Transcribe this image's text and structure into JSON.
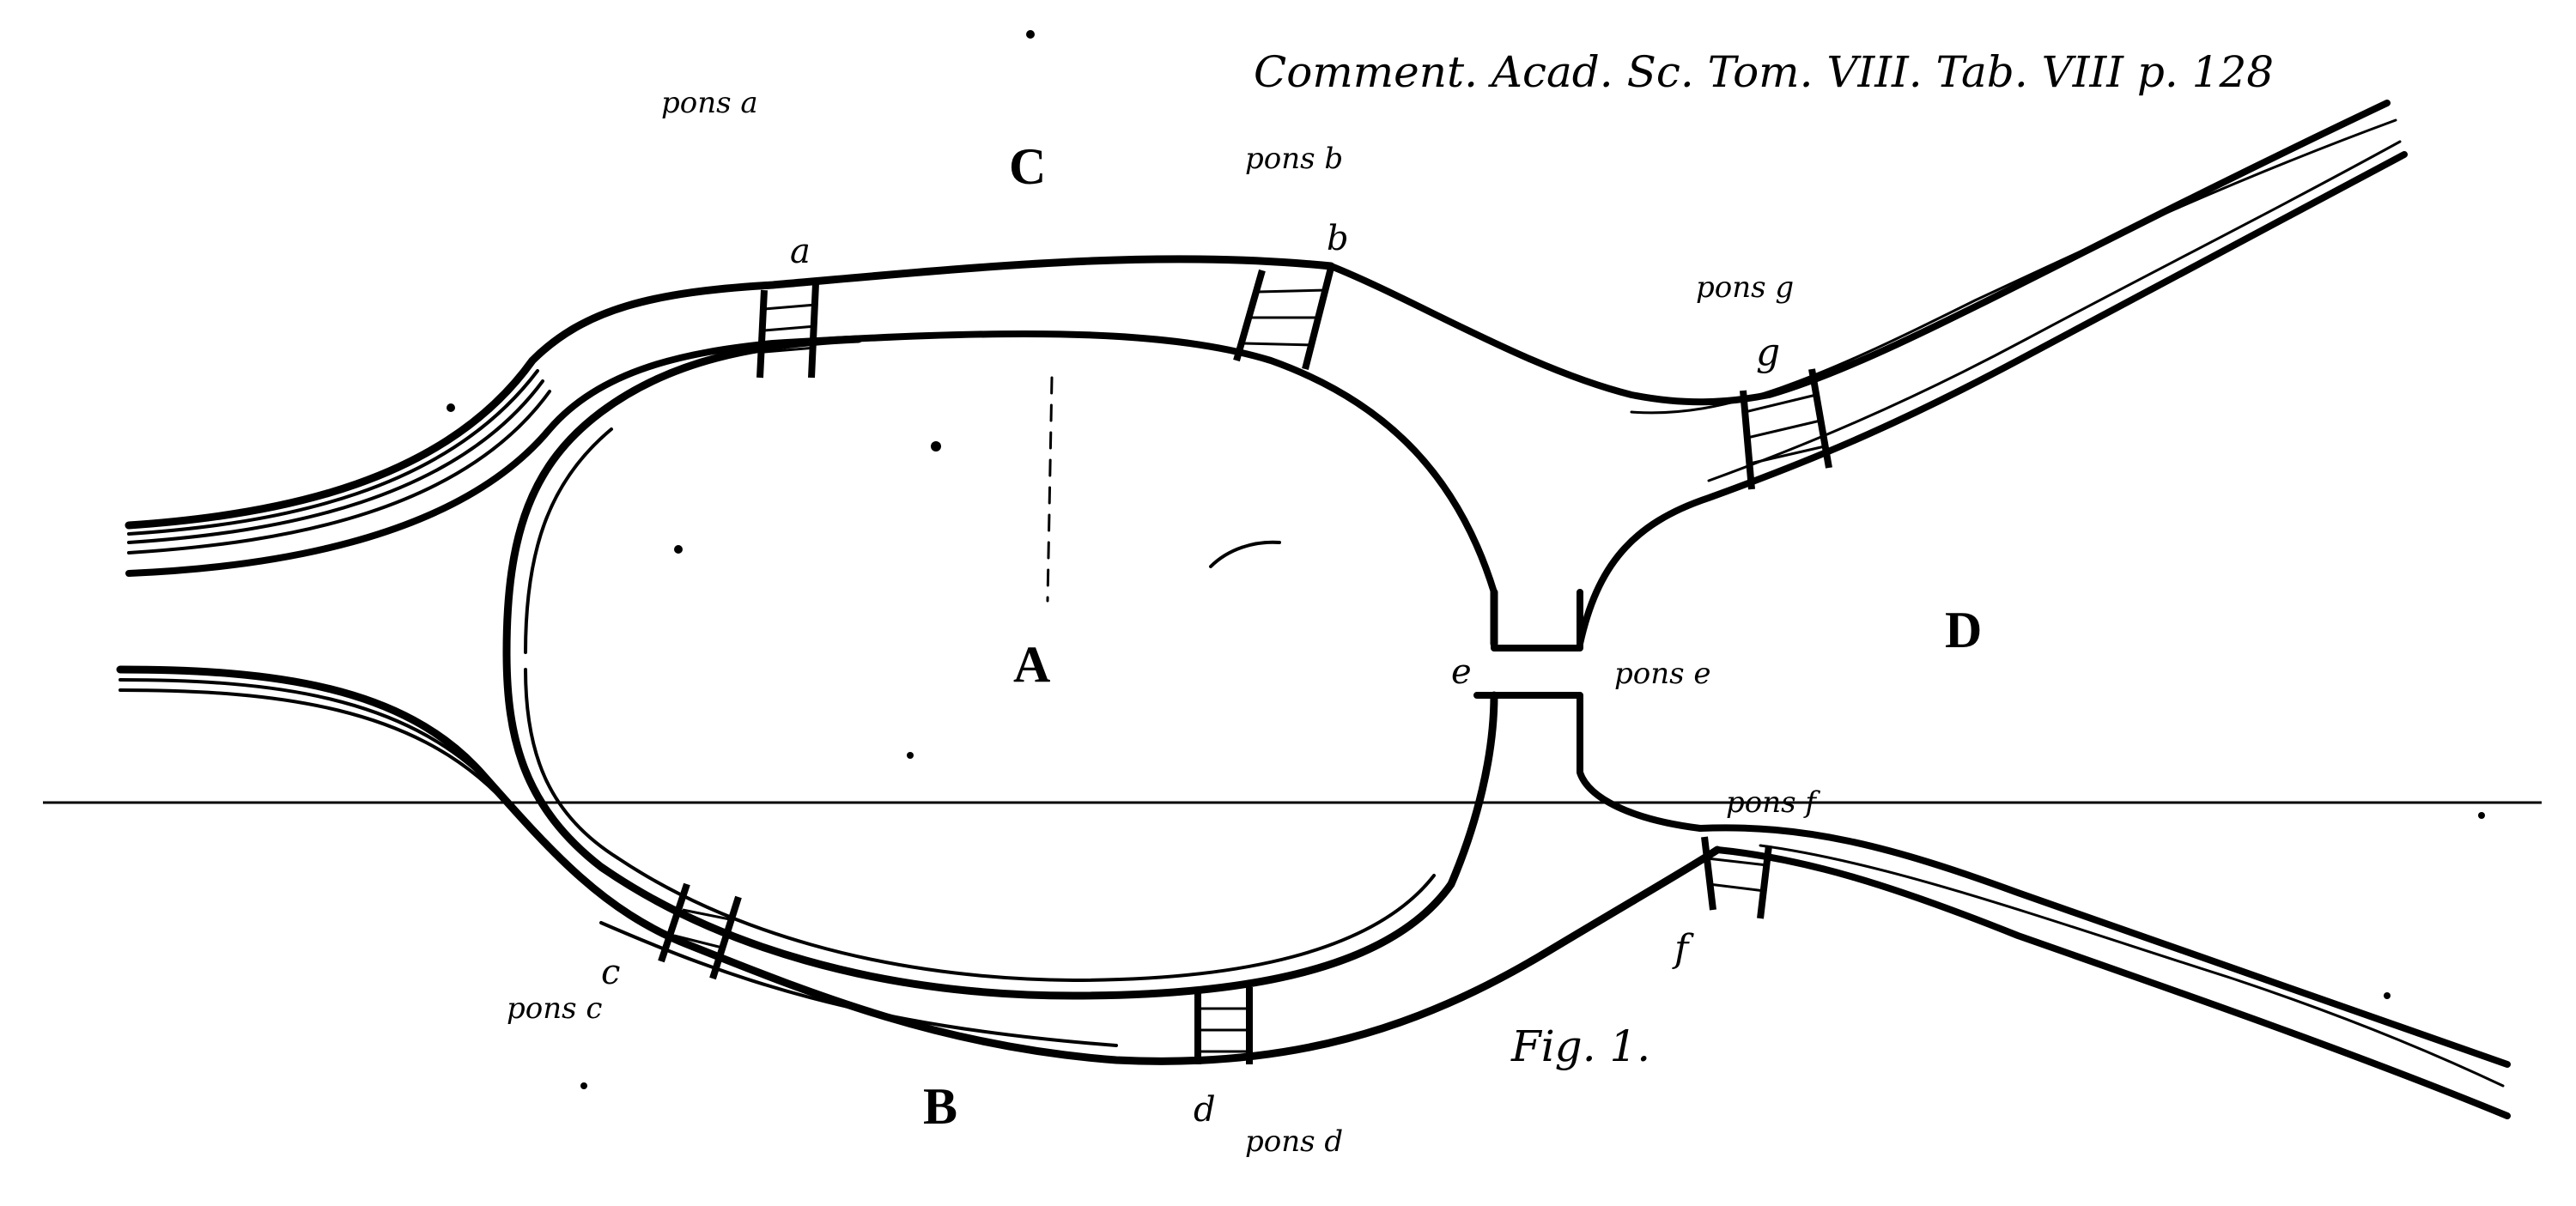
{
  "diagram": {
    "caption": "Comment. Acad. Sc. Tom. VIII. Tab. VIII p. 128",
    "figure_label": "Fig. 1.",
    "regions": {
      "A": "A",
      "B": "B",
      "C": "C",
      "D": "D"
    },
    "bridge_letters": {
      "a": "a",
      "b": "b",
      "c": "c",
      "d": "d",
      "e": "e",
      "f": "f",
      "g": "g"
    },
    "notes": {
      "top_left": "pons a",
      "top_middle": "pons b",
      "top_right": "pons g",
      "center": "pons e",
      "lower_right": "pons f",
      "bottom_left": "pons c",
      "bottom_middle": "pons d"
    }
  },
  "colors": {
    "ink": "#000000",
    "paper": "#ffffff"
  }
}
